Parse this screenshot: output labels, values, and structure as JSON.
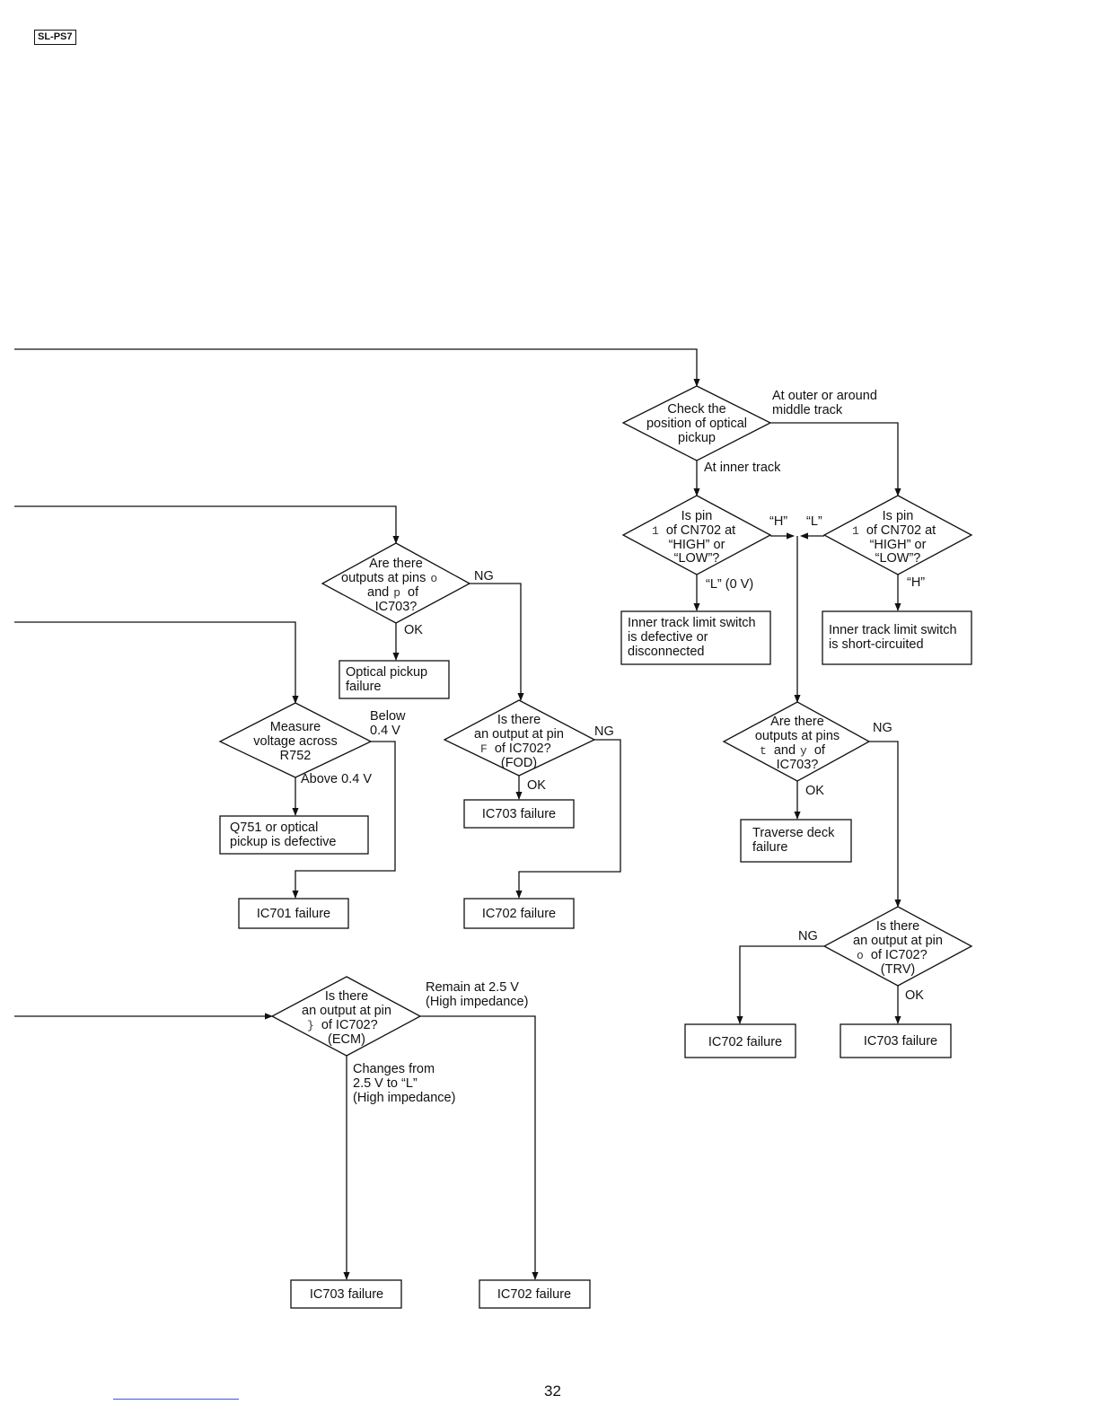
{
  "header": {
    "model": "SL-PS7"
  },
  "page": {
    "number": "32"
  },
  "flowchart": {
    "decisions": {
      "check_position": [
        "Check the",
        "position of optical",
        "pickup"
      ],
      "pin1_left": [
        "Is pin",
        "of CN702 at",
        "“HIGH” or",
        "“LOW”?"
      ],
      "pin1_right": [
        "Is pin",
        "of CN702 at",
        "“HIGH” or",
        "“LOW”?"
      ],
      "outputs_ic703": [
        "Are there",
        "outputs at pins",
        "and",
        "of",
        "IC703?"
      ],
      "measure_voltage": [
        "Measure",
        "voltage across",
        "R752"
      ],
      "output_fod": [
        "Is there",
        "an output at pin",
        "of IC702?",
        "(FOD)"
      ],
      "outputs_t_y": [
        "Are there",
        "outputs at pins",
        "and",
        "of",
        "IC703?"
      ],
      "output_trv": [
        "Is there",
        "an output at pin",
        "of IC702?",
        "(TRV)"
      ],
      "output_ecm": [
        "Is there",
        "an output at pin",
        "of IC702?",
        "(ECM)"
      ]
    },
    "pins": {
      "pin1_left": "1",
      "pin1_right": "1",
      "outputs_ic703_a": "o",
      "outputs_ic703_b": "p",
      "output_fod": "F",
      "outputs_t_y_a": "t",
      "outputs_t_y_b": "y",
      "output_trv": "o",
      "output_ecm": "}"
    },
    "boxes": {
      "inner_switch_defective": [
        "Inner track limit switch",
        "is defective or",
        "disconnected"
      ],
      "inner_switch_short": [
        "Inner track limit switch",
        "is short-circuited"
      ],
      "optical_pickup_failure": [
        "Optical pickup",
        "failure"
      ],
      "q751_defective": [
        "Q751 or optical",
        "pickup is defective"
      ],
      "ic701_failure": "IC701 failure",
      "ic703_failure_fod": "IC703 failure",
      "ic702_failure_fod": "IC702 failure",
      "traverse_failure": [
        "Traverse deck",
        "failure"
      ],
      "ic702_failure_trv": "IC702 failure",
      "ic703_failure_trv": "IC703 failure",
      "ic703_failure_ecm": "IC703 failure",
      "ic702_failure_ecm": "IC702 failure"
    },
    "labels": {
      "outer_track": [
        "At outer or around",
        "middle track"
      ],
      "inner_track": "At inner track",
      "h_left": "“H”",
      "l_right": "“L”",
      "l_0v": "“L” (0 V)",
      "h_right": "“H”",
      "ng_ic703": "NG",
      "ok_ic703": "OK",
      "below_04": [
        "Below",
        "0.4 V"
      ],
      "above_04": "Above 0.4 V",
      "ng_fod": "NG",
      "ok_fod": "OK",
      "ng_ty": "NG",
      "ok_ty": "OK",
      "ng_trv": "NG",
      "ok_trv": "OK",
      "remain_25": [
        "Remain at 2.5 V",
        "(High impedance)"
      ],
      "changes_25": [
        "Changes from",
        "2.5 V to “L”",
        "(High impedance)"
      ]
    }
  }
}
